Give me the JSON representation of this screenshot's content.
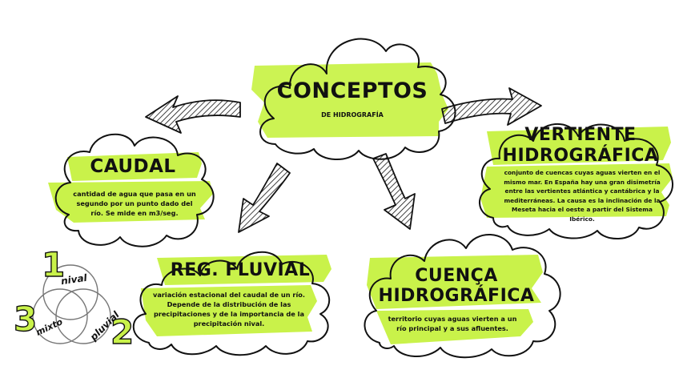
{
  "center": {
    "title": "CONCEPTOS",
    "subtitle": "DE HIDROGRAFÍA"
  },
  "caudal": {
    "title": "CAUDAL",
    "text": "cantidad de agua que pasa en un segundo por un punto dado del río. Se mide en m3/seg."
  },
  "regimen": {
    "title": "REG. FLUVIAL",
    "text": "variación estacional del caudal de un río. Depende de la distribución de las precipitaciones y de la importancia de la precipitación nival."
  },
  "cuenca": {
    "title_line1": "CUENÇA",
    "title_line2": "HIDROGRÁFICA",
    "text": "territorio cuyas aguas vierten a un río principal y a sus afluentes."
  },
  "vertiente": {
    "title_line1": "VERTIENTE",
    "title_line2": "HIDROGRÁFICA",
    "text": "conjunto de cuencas cuyas aguas vierten en el mismo mar. En España hay una gran disimetría entre las vertientes atlántica y cantábrica y la mediterráneas. La causa es la inclinación de la Meseta hacia el oeste a partir del Sistema Ibérico."
  },
  "venn": {
    "digit_1": "1",
    "digit_2": "2",
    "digit_3": "3",
    "label_1": "nival",
    "label_2": "pluvial",
    "label_3": "mixto"
  },
  "colors": {
    "highlight": "#c9f24a",
    "ink": "#111111"
  }
}
